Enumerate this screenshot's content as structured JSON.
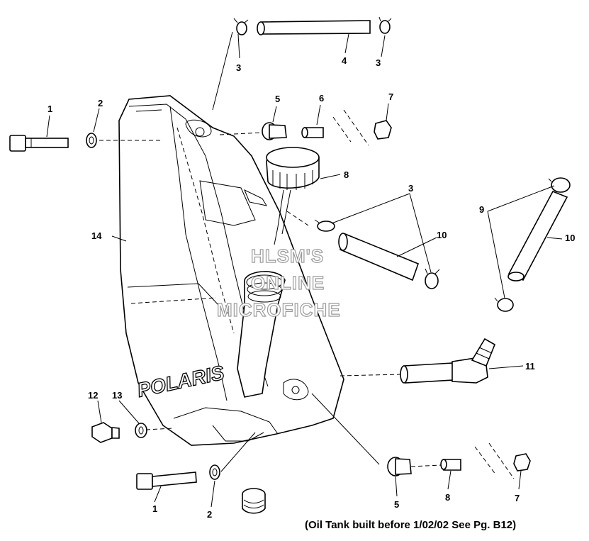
{
  "callouts": {
    "c1a": "1",
    "c1b": "1",
    "c2a": "2",
    "c2b": "2",
    "c3a": "3",
    "c3b": "3",
    "c3c": "3",
    "c4": "4",
    "c5a": "5",
    "c5b": "5",
    "c6": "6",
    "c7a": "7",
    "c7b": "7",
    "c8a": "8",
    "c8b": "8",
    "c9": "9",
    "c10a": "10",
    "c10b": "10",
    "c11": "11",
    "c12": "12",
    "c13": "13",
    "c14": "14"
  },
  "brand_logo": "POLARIS",
  "watermark": {
    "line1": "HLSM'S",
    "line2": "ONLINE",
    "line3": "MICROFICHE"
  },
  "footnote": "(Oil Tank built before 1/02/02 See Pg. B12)"
}
